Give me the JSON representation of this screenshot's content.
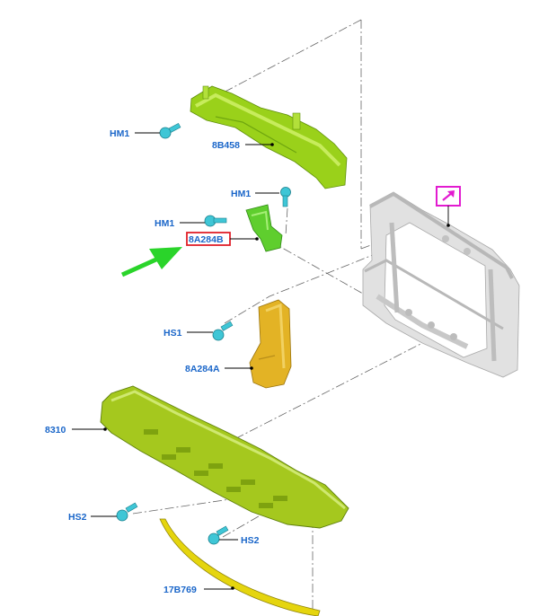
{
  "callouts": {
    "hm1_a": "HM1",
    "b8b458": "8B458",
    "hm1_b": "HM1",
    "hm1_c": "HM1",
    "a8a284b": "8A284B",
    "hs1": "HS1",
    "a8a284a": "8A284A",
    "p8310": "8310",
    "hs2_a": "HS2",
    "hs2_b": "HS2",
    "p17b769": "17B769"
  },
  "colors": {
    "callout_text": "#1a66c9",
    "highlight_box": "#e0202a",
    "pointer_arrow": "#2ad42a",
    "reference_marker": "#e21bd0",
    "lime_parts": "#9ad11a",
    "yellow_parts": "#e3b325",
    "fasteners": "#3fc6d6",
    "frame": "#d6d6d6"
  },
  "icons": {
    "pointer": "green-arrow-icon",
    "reference": "corner-arrow-icon"
  }
}
